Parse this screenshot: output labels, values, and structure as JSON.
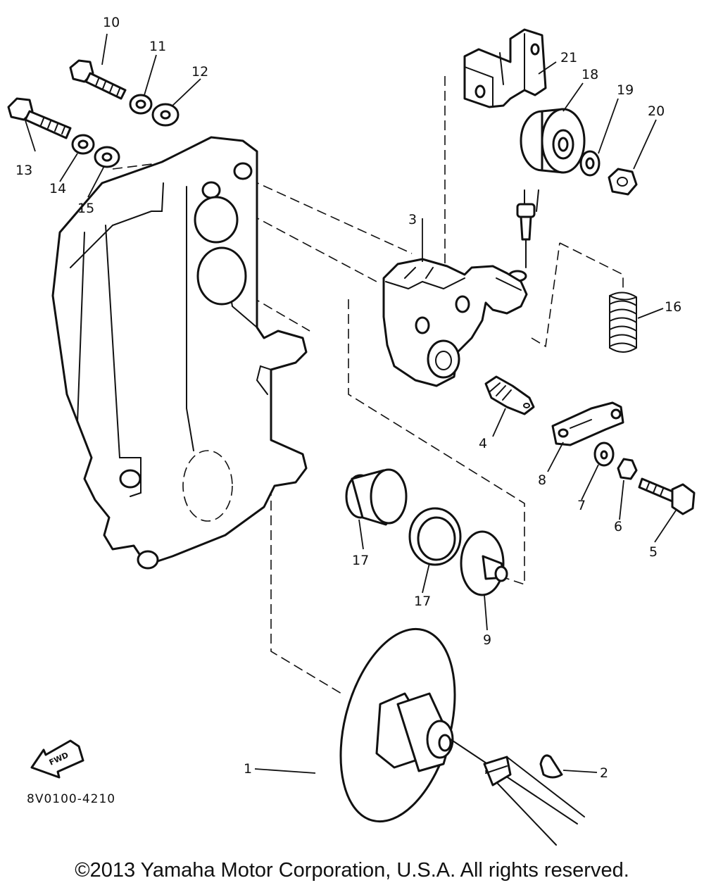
{
  "diagram_code": "8V0100-4210",
  "copyright": "©2013 Yamaha Motor Corporation, U.S.A. All rights reserved.",
  "fwd_label": "FWD",
  "callouts": {
    "c1": "1",
    "c2": "2",
    "c3": "3",
    "c4": "4",
    "c5": "5",
    "c6": "6",
    "c7": "7",
    "c8": "8",
    "c9": "9",
    "c10": "10",
    "c11": "11",
    "c12": "12",
    "c13": "13",
    "c14": "14",
    "c15": "15",
    "c16": "16",
    "c17a": "17",
    "c17b": "17",
    "c18": "18",
    "c19": "19",
    "c20": "20",
    "c21": "21"
  }
}
